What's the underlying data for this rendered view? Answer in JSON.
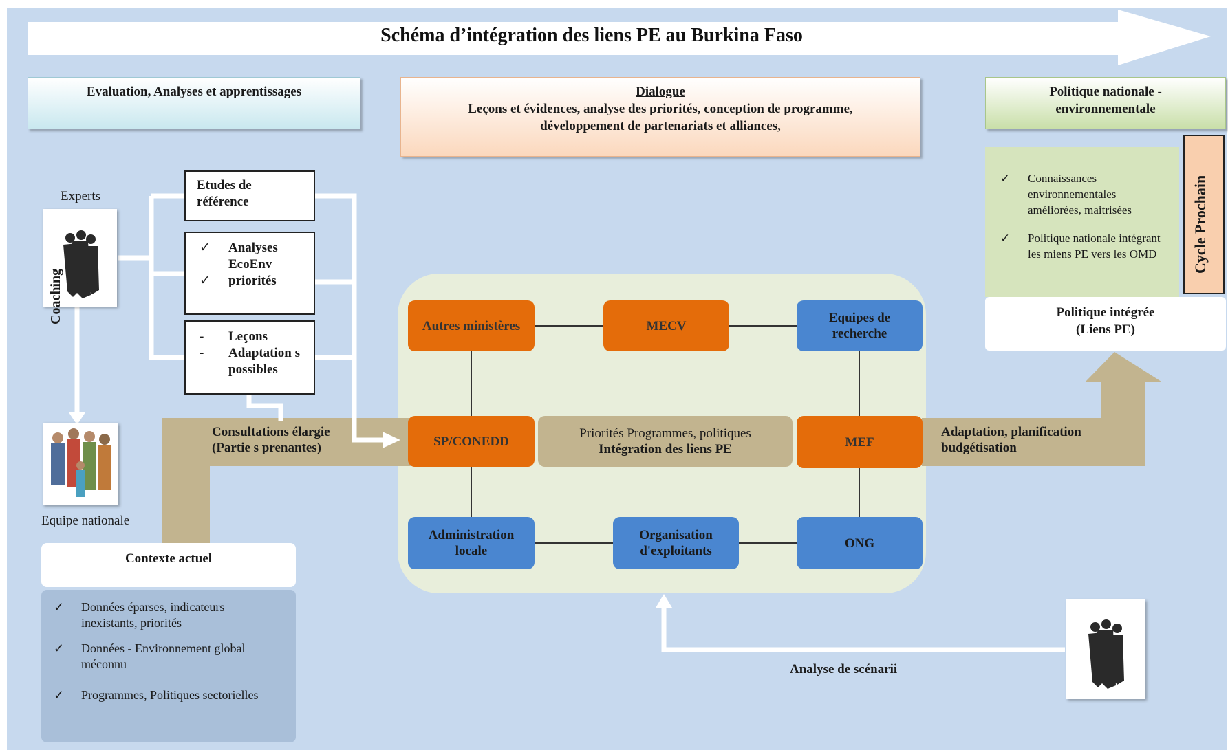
{
  "title": "Schéma d’intégration des liens PE au Burkina Faso",
  "headers": {
    "evaluation": "Evaluation, Analyses et apprentissages",
    "dialogue_title": "Dialogue",
    "dialogue_text": "Leçons et évidences, analyse des priorités, conception de programme, développement de partenariats et alliances,",
    "politique_line1": "Politique nationale -",
    "politique_line2": "environnementale"
  },
  "left": {
    "experts_label": "Experts",
    "coaching_label": "Coaching",
    "equipe_label": "Equipe nationale",
    "etudes": "Etudes de référence",
    "analyses_items": [
      "Analyses EcoEnv",
      "priorités"
    ],
    "lecons_items": [
      "Leçons",
      "Adaptation s possibles"
    ],
    "consultations_line1": "Consultations élargie",
    "consultations_line2": "(Partie s prenantes)",
    "contexte_title": "Contexte actuel",
    "contexte_items": [
      "Données éparses, indicateurs inexistants, priorités",
      "Données - Environnement global méconnu",
      "Programmes, Politiques sectorielles"
    ]
  },
  "nodes": {
    "autres": "Autres ministères",
    "mecv": "MECV",
    "equipes": "Equipes de recherche",
    "sp": "SP/CONEDD",
    "mef": "MEF",
    "admin": "Administration locale",
    "org": "Organisation d'exploitants",
    "ong": "ONG",
    "center_line1": "Priorités Programmes, politiques",
    "center_line2": "Intégration des liens PE"
  },
  "right": {
    "adaptation_line1": "Adaptation, planification",
    "adaptation_line2": "budgétisation",
    "knowledge_items": [
      "Connaissances environnementales améliorées, maitrisées",
      "Politique nationale intégrant les miens PE vers les OMD"
    ],
    "cycle": "Cycle Prochain",
    "politique_integree_line1": "Politique intégrée",
    "politique_integree_line2": "(Liens PE)",
    "scenarii": "Analyse de scénarii"
  },
  "check_symbol": "✓",
  "dash_symbol": "-",
  "colors": {
    "background": "#c7d9ee",
    "orange_node": "#e46c0a",
    "blue_node": "#4a86d0",
    "flow_arrow": "#c2b48f",
    "center_panel": "#e8eedb"
  }
}
